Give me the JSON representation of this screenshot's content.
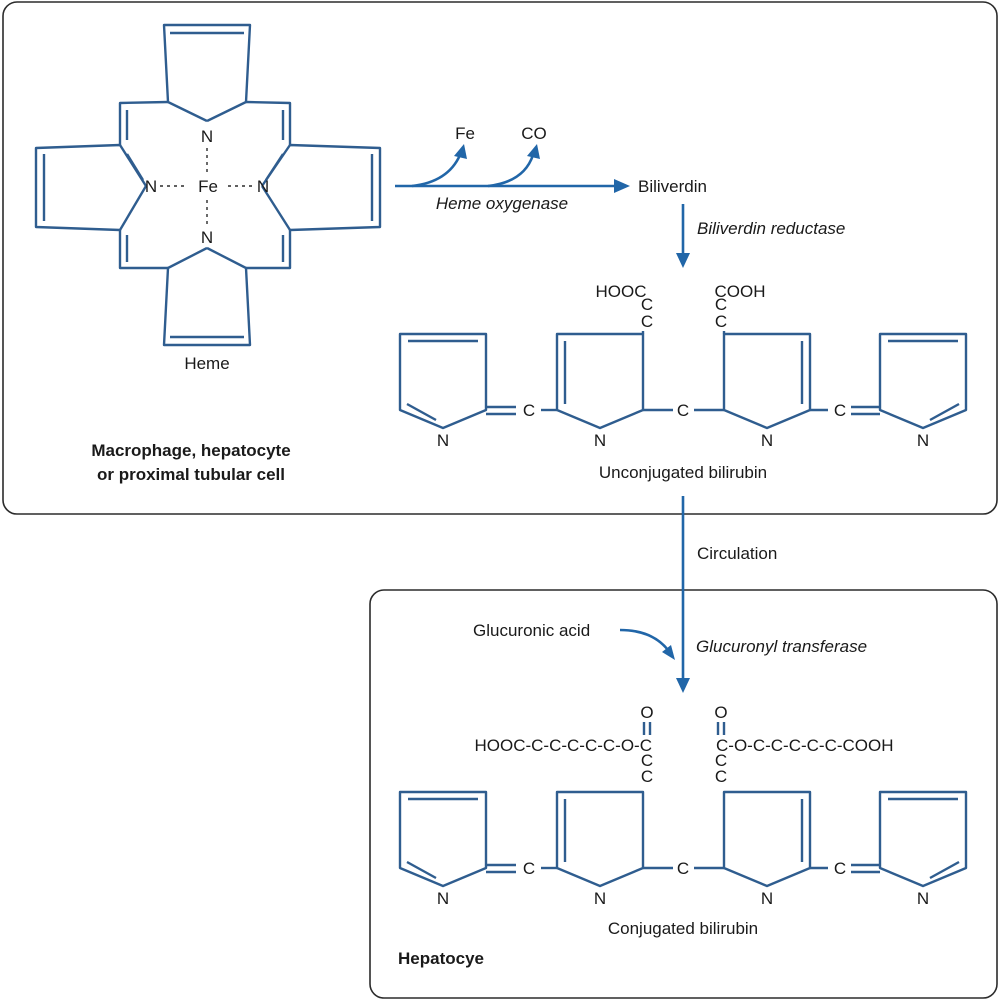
{
  "panels": {
    "cell_panel_label_line1": "Macrophage, hepatocyte",
    "cell_panel_label_line2": "or proximal tubular cell",
    "hepatocyte_panel_label": "Hepatocye"
  },
  "molecules": {
    "heme": "Heme",
    "biliverdin": "Biliverdin",
    "unconjugated": "Unconjugated bilirubin",
    "conjugated": "Conjugated bilirubin",
    "glucuronic_acid": "Glucuronic acid"
  },
  "byproducts": {
    "fe": "Fe",
    "co": "CO"
  },
  "enzymes": {
    "heme_oxygenase": "Heme oxygenase",
    "biliverdin_reductase": "Biliverdin reductase",
    "glucuronyl_transferase": "Glucuronyl transferase"
  },
  "process": {
    "circulation": "Circulation"
  },
  "atoms": {
    "n": "N",
    "fe": "Fe",
    "c": "C",
    "o": "O"
  },
  "groups": {
    "hooc": "HOOC",
    "cooh": "COOH",
    "left_chain": "HOOC-C-C-C-C-C-O-C",
    "right_chain": "C-O-C-C-C-C-C-COOH"
  },
  "colors": {
    "bond": "#2f5d8f",
    "arrow": "#2166a8",
    "box": "#2b2b2b"
  }
}
